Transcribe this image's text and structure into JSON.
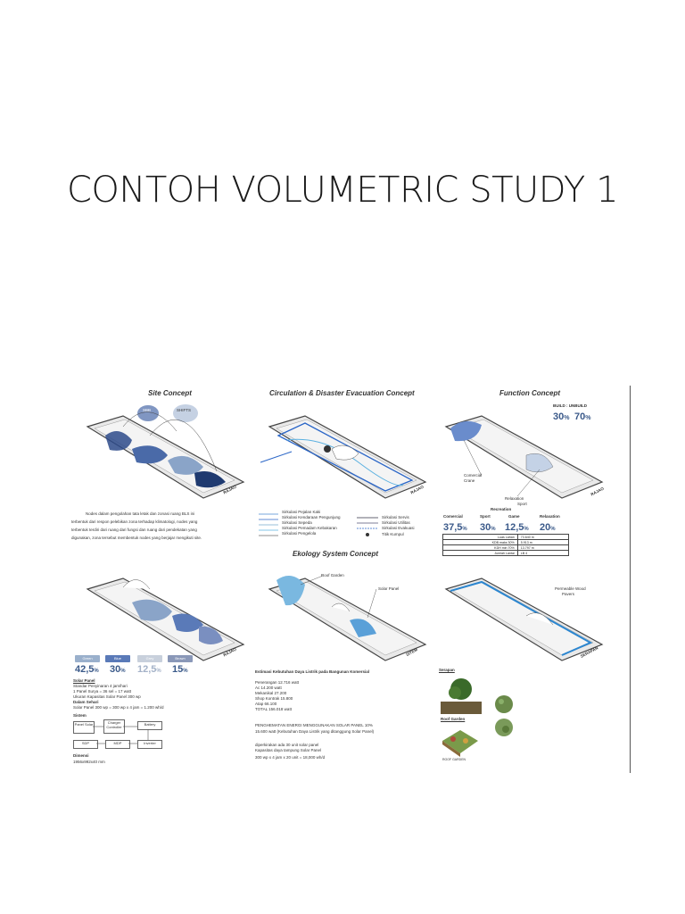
{
  "slide": {
    "title": "CONTOH VOLUMETRIC STUDY 1"
  },
  "panels": {
    "site": {
      "title": "Site Concept",
      "bubble1": "SBB",
      "bubble2": "SHIFTS",
      "corner": "RAJAO",
      "desc": [
        "Nodes dalam pengolahan tata letak dan zonasi ruang BLS ini",
        "terbentuk dari respon pelebikan zona terhadap klimatologi, nodes yang",
        "terbentuk terdiri dari ruang dari fungsi dan ruang dari pendekatan yang",
        "digunakan, zona tersebut membentuk nodes yang berjajar mengikuti site."
      ]
    },
    "circulation": {
      "title": "Circulation & Disaster Evacuation Concept",
      "corner": "RAJAO",
      "legend_left": [
        "Sirkulasi Pejalan Kaki",
        "Sirkulasi Kendaraan Pengunjung",
        "Sirkulasi Sepeda",
        "Sirkulasi Pemadam Kebakaran",
        "Sirkulasi Pengelola"
      ],
      "legend_right": [
        "Sirkulasi Servis",
        "Sirkulasi Utilitas",
        "Sirkulasi Evakuasi",
        "Titik Kumpul"
      ]
    },
    "function": {
      "title": "Function Concept",
      "build_label": "BUILD : UNBUILD",
      "build_pct": "30",
      "unbuild_pct": "70",
      "pct_sign": "%",
      "labels": [
        "Comercial",
        "Crane",
        "Relaxation",
        "Sport"
      ],
      "corner": "RAJAO",
      "recreation_label": "Recreation",
      "columns": [
        "Comercial",
        "Sport",
        "Game",
        "Relaxation"
      ],
      "values": [
        "37,5",
        "30",
        "12,5",
        "20"
      ],
      "table": [
        [
          "Luas Lahan",
          "73.640 m"
        ],
        [
          "KDB maks 30%",
          "5.913 m"
        ],
        [
          "KDH min 70%",
          "13.797 m"
        ],
        [
          "Jumlah Lantai",
          "LB 4"
        ]
      ]
    },
    "ecology": {
      "title": "Ekology System Concept",
      "roof_garden": "Roof Garden",
      "solar_panel": "Solar Panel",
      "corner": "SITEM"
    },
    "zone": {
      "corner": "RAJAO",
      "legend": [
        "Green",
        "Blue",
        "Grey",
        "Brown"
      ],
      "values": [
        "42,5",
        "30",
        "12,5",
        "15"
      ]
    },
    "wood": {
      "label1": "Permeable Wood",
      "label2": "Pavers",
      "corner": "SERAPAN"
    }
  },
  "solar": {
    "heading": "Solar Panel",
    "lines": [
      "Standar Penyinaran 4 jam/hari",
      "1 Panel Surya = 36 sel = 17 watt",
      "Ukuran Kapasitas Solar Panel 300 wp"
    ],
    "heading2": "Dalam Sehari",
    "line2": "Solar Panel 300 wp = 300 wp x 4 jam = 1.200 wh/d",
    "heading3": "Sistem",
    "flow": [
      "Panel Solar",
      "Charger Controller",
      "Battery",
      "SDP",
      "MDP",
      "Inverter"
    ],
    "heading4": "Dimensi",
    "dim": "1956x992x40 mm"
  },
  "estimasi": {
    "heading": "Estimasi Kebutuhan Daya Listrik pada Bangunan Komersial",
    "lines": [
      "Penerangan 12.716 watt",
      "Ac 14.200 watt",
      "Mekanikal 27.200",
      "Shop Kontrak 15.800",
      "Atap 66.100",
      "TOTAL 156.018 watt"
    ],
    "hemat": "PENGHEMATAN ENERGI MENGGUNAKAN SOLAR PANEL 10%",
    "hemat2": "15.600 watt (Kebutuhan Daya Listrik yang ditanggung Solar Panel)",
    "more": [
      "diperkirakan ada 30 unit solar panel",
      "Kapasitas daya tampung Solar Panel",
      "300 wp x 4 jam x 20 unit = 18,000 wh/d"
    ]
  },
  "plants": {
    "heading1": "Serapan",
    "heading2": "Roof Garden",
    "caption": "ROOF GARDEN"
  }
}
